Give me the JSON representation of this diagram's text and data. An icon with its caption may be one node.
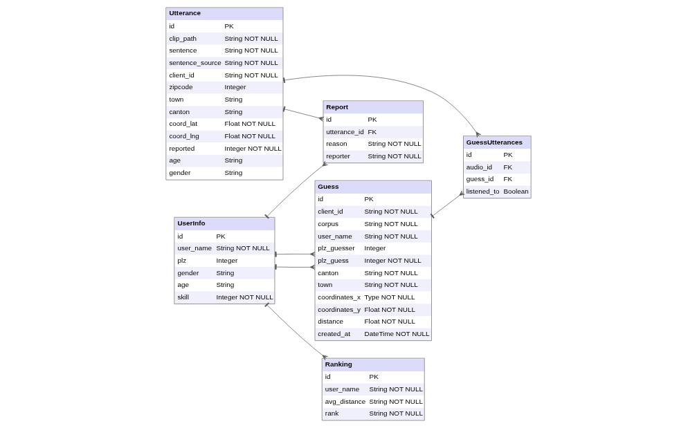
{
  "diagram": {
    "nodes": [
      {
        "text": [
          "Utterance",
          "id",
          "PK",
          "clip_path",
          "String NOT NULL",
          "sentence",
          "String NOT NULL",
          "sentence_source",
          "String NOT NULL",
          "client_id",
          "String NOT NULL",
          "zipcode",
          "Integer",
          "town",
          "String",
          "canton",
          "String",
          "coord_lat",
          "Float NOT NULL",
          "coord_lng",
          "Float NOT NULL",
          "reported",
          "Integer NOT NULL",
          "age",
          "String",
          "gender",
          "String"
        ]
      },
      {
        "text": [
          "GuessUtterances",
          "id",
          "PK",
          "audio_id",
          "FK",
          "guess_id",
          "FK",
          "listened_to",
          "Boolean"
        ]
      },
      {
        "text": [
          "Guess",
          "id",
          "PK",
          "client_id",
          "String NOT NULL",
          "corpus",
          "String NOT NULL",
          "user_name",
          "String NOT NULL",
          "plz_guesser",
          "Integer",
          "plz_guess",
          "Integer NOT NULL",
          "canton",
          "String NOT NULL",
          "town",
          "String NOT NULL",
          "coordinates_x",
          "Type NOT NULL",
          "coordinates_y",
          "Float NOT NULL",
          "distance",
          "Float NOT NULL",
          "created_at",
          "DateTime NOT NULL"
        ]
      },
      {
        "text": [
          "Report",
          "id",
          "PK",
          "utterance_id",
          "FK",
          "reason",
          "String NOT NULL",
          "reporter",
          "String NOT NULL"
        ]
      },
      {
        "text": [
          "Ranking",
          "id",
          "PK",
          "user_name",
          "String NOT NULL",
          "avg_distance",
          "String NOT NULL",
          "rank",
          "String NOT NULL"
        ]
      },
      {
        "text": [
          "UserInfo",
          "id",
          "PK",
          "user_name",
          "String NOT NULL",
          "plz",
          "Integer",
          "gender",
          "String",
          "age",
          "String",
          "skill",
          "Integer NOT NULL"
        ]
      }
    ],
    "edges": [
      {
        "from": 0,
        "to": 3,
        "arrow": "other"
      },
      {
        "from": 0,
        "to": 1,
        "arrow": "other"
      },
      {
        "from": 2,
        "to": 1,
        "arrow": "other"
      },
      {
        "from": 5,
        "to": 2,
        "arrow": "other"
      },
      {
        "from": 5,
        "to": 2,
        "arrow": "other"
      },
      {
        "from": 5,
        "to": 4,
        "arrow": "other"
      },
      {
        "from": 5,
        "to": 3,
        "arrow": "other"
      }
    ]
  }
}
